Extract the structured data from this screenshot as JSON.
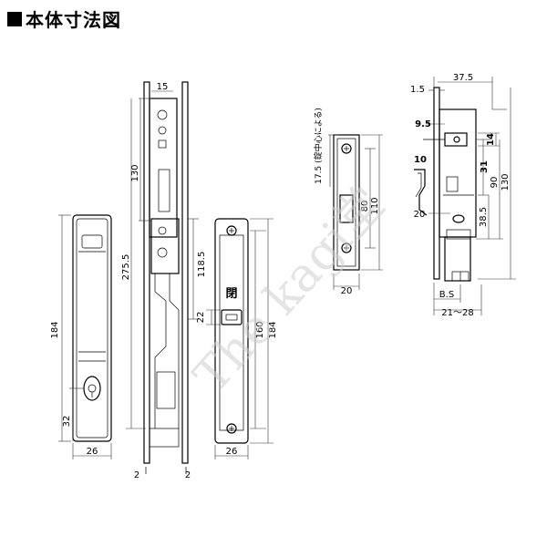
{
  "title": "本体寸法図",
  "watermark": "The kagi堂",
  "labels": {
    "handle_height": "184",
    "handle_key_pos": "32",
    "handle_width": "26",
    "side_top_width": "15",
    "side_130": "130",
    "side_2755": "275.5",
    "side_1185": "118.5",
    "side_bottom_left": "2",
    "side_bottom_right": "2",
    "front_close": "閉",
    "front_22": "22",
    "front_160": "160",
    "front_184": "184",
    "front_width": "26",
    "strike_note": "17.5 (錠中心による)",
    "strike_80": "80",
    "strike_110": "110",
    "strike_width": "20",
    "right_375": "37.5",
    "right_15": "1.5",
    "right_95": "9.5",
    "right_14": "14",
    "right_10": "10",
    "right_31": "31",
    "right_90": "90",
    "right_130": "130",
    "right_385": "38.5",
    "right_20": "20",
    "right_bs": "B.S",
    "right_range": "21～28"
  },
  "colors": {
    "line": "#000000",
    "watermark": "#cfcfcf",
    "background": "#ffffff"
  }
}
